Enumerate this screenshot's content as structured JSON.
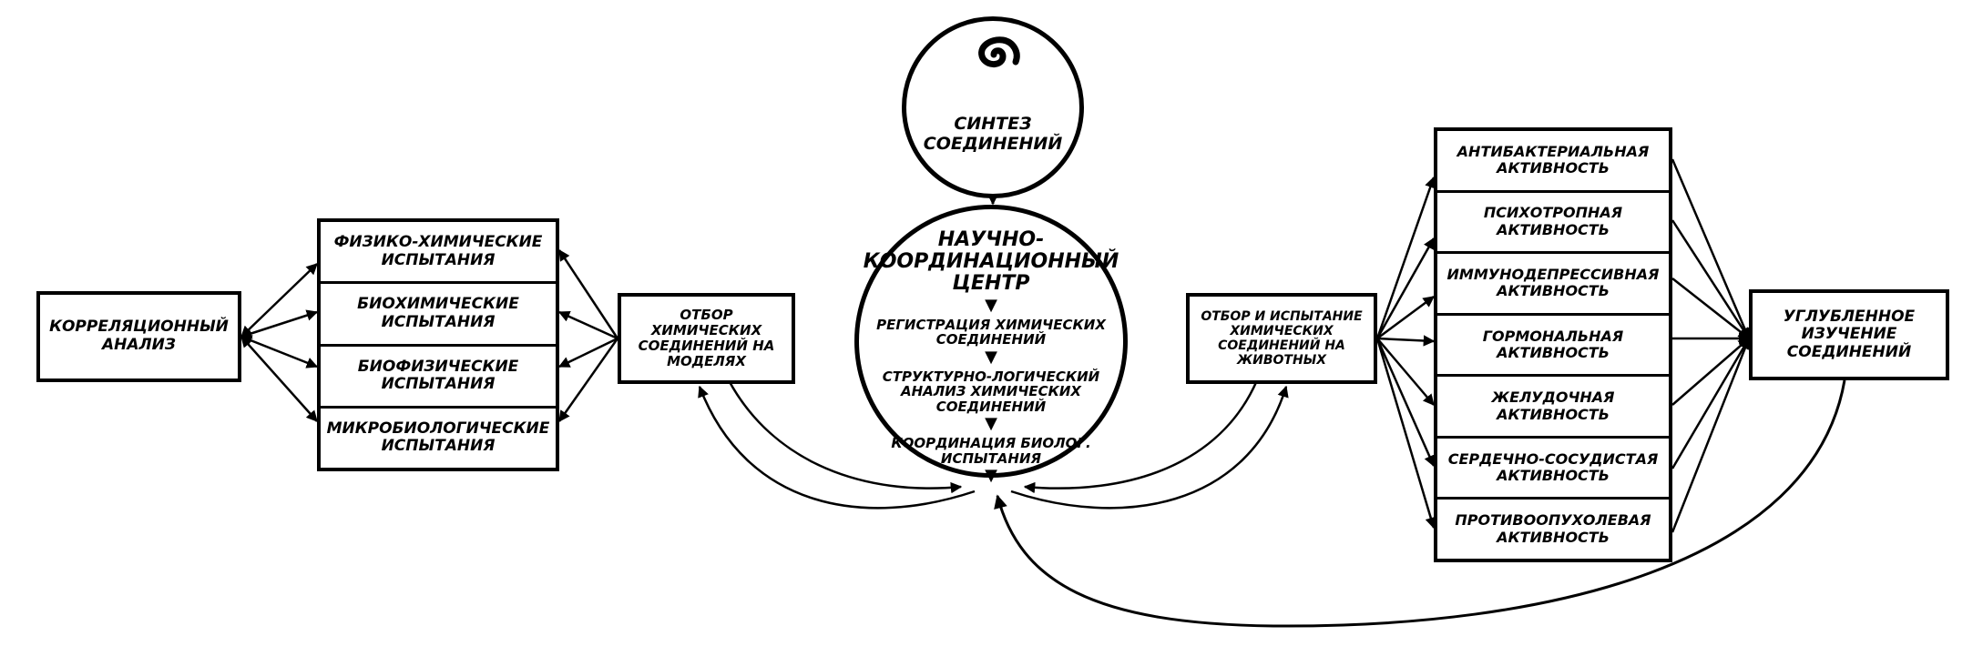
{
  "synthesis": {
    "label": "СИНТЕЗ СОЕДИНЕНИЙ"
  },
  "center": {
    "title": "НАУЧНО-КООРДИНАЦИОННЫЙ ЦЕНТР",
    "steps": [
      "РЕГИСТРАЦИЯ ХИМИЧЕСКИХ СОЕДИНЕНИЙ",
      "СТРУКТУРНО-ЛОГИЧЕСКИЙ АНАЛИЗ ХИМИЧЕСКИХ СОЕДИНЕНИЙ",
      "КООРДИНАЦИЯ БИОЛОГ. ИСПЫТАНИЯ"
    ]
  },
  "correlation": {
    "label": "КОРРЕЛЯЦИОННЫЙ АНАЛИЗ"
  },
  "tests": [
    "ФИЗИКО-ХИМИЧЕСКИЕ ИСПЫТАНИЯ",
    "БИОХИМИЧЕСКИЕ ИСПЫТАНИЯ",
    "БИОФИЗИЧЕСКИЕ ИСПЫТАНИЯ",
    "МИКРОБИОЛОГИЧЕСКИЕ ИСПЫТАНИЯ"
  ],
  "model_selection": {
    "label": "ОТБОР ХИМИЧЕСКИХ СОЕДИНЕНИЙ НА МОДЕЛЯХ"
  },
  "animal_selection": {
    "label": "ОТБОР И ИСПЫТАНИЕ ХИМИЧЕСКИХ СОЕДИНЕНИЙ НА ЖИВОТНЫХ"
  },
  "activities": [
    "АНТИБАКТЕРИАЛЬНАЯ АКТИВНОСТЬ",
    "ПСИХОТРОПНАЯ АКТИВНОСТЬ",
    "ИММУНОДЕПРЕССИВНАЯ АКТИВНОСТЬ",
    "ГОРМОНАЛЬНАЯ АКТИВНОСТЬ",
    "ЖЕЛУДОЧНАЯ АКТИВНОСТЬ",
    "СЕРДЕЧНО-СОСУДИСТАЯ АКТИВНОСТЬ",
    "ПРОТИВООПУХОЛЕВАЯ АКТИВНОСТЬ"
  ],
  "deep_study": {
    "label": "УГЛУБЛЕННОЕ ИЗУЧЕНИЕ СОЕДИНЕНИЙ"
  },
  "colors": {
    "ink": "#000000",
    "paper": "#ffffff"
  }
}
